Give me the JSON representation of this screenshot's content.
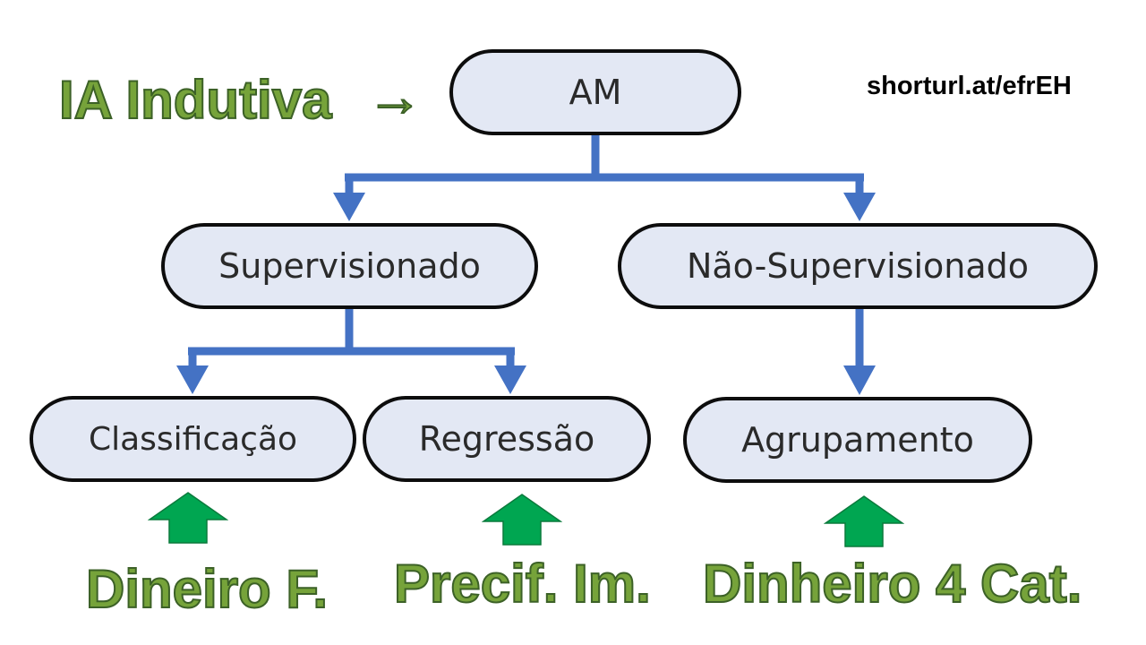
{
  "diagram": {
    "root": {
      "label": "AM"
    },
    "supervised": {
      "label": "Supervisionado"
    },
    "unsupervised": {
      "label": "Não-Supervisionado"
    },
    "classification": {
      "label": "Classificação"
    },
    "regression": {
      "label": "Regressão"
    },
    "clustering": {
      "label": "Agrupamento"
    }
  },
  "annotations": {
    "ia_label": "IA Indutiva",
    "ia_arrow": "→",
    "url": "shorturl.at/efrEH",
    "examples": [
      "Dineiro F.",
      "Precif. Im.",
      "Dinheiro 4 Cat."
    ]
  },
  "colors": {
    "connector": "#4472c4",
    "node_fill": "#e3e8f4",
    "node_border": "#0d0d0d",
    "green_text": "#76a33a",
    "green_arrow": "#00a651"
  }
}
